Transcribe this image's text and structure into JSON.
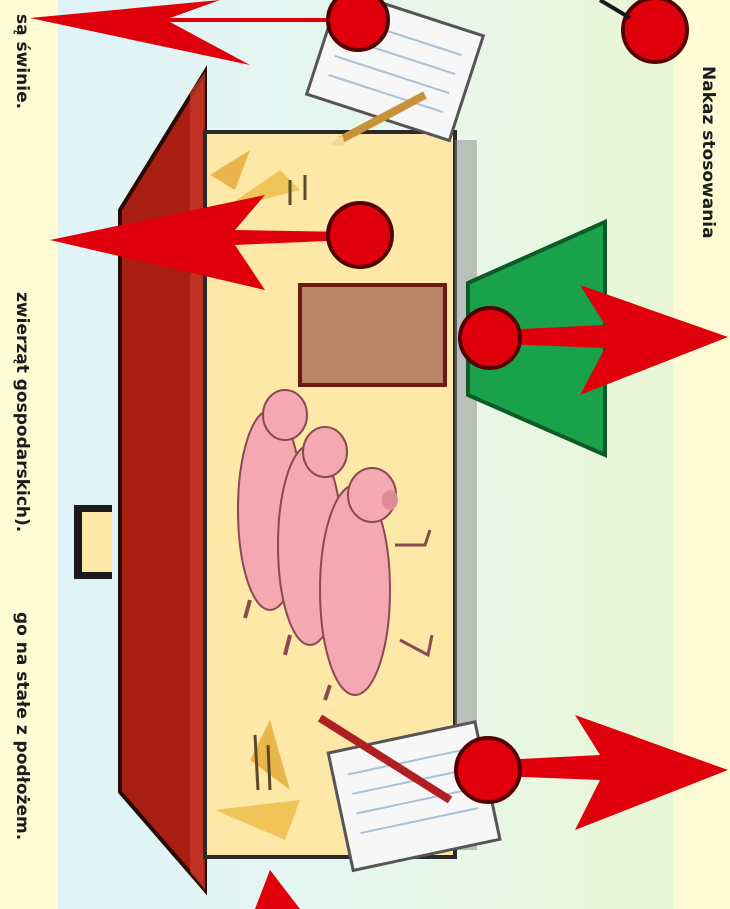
{
  "text": {
    "line_left_bottom": "go na stałe z podłożem.",
    "line_mid": "zwierząt gospodarskich).",
    "line_top": "są świnie.",
    "line_right": "Nakaz stosowania"
  },
  "colors": {
    "barn_wall": "#fde8a8",
    "roof": "#a81e12",
    "door": "#b98568",
    "green_sign": "#19a24a",
    "pointer_red": "#e0000c",
    "pig": "#f4a8b2"
  },
  "icons": [
    "pig-icon",
    "notepad-icon",
    "pencil-icon",
    "pointer-arrow-icon",
    "marker-dot-icon"
  ]
}
